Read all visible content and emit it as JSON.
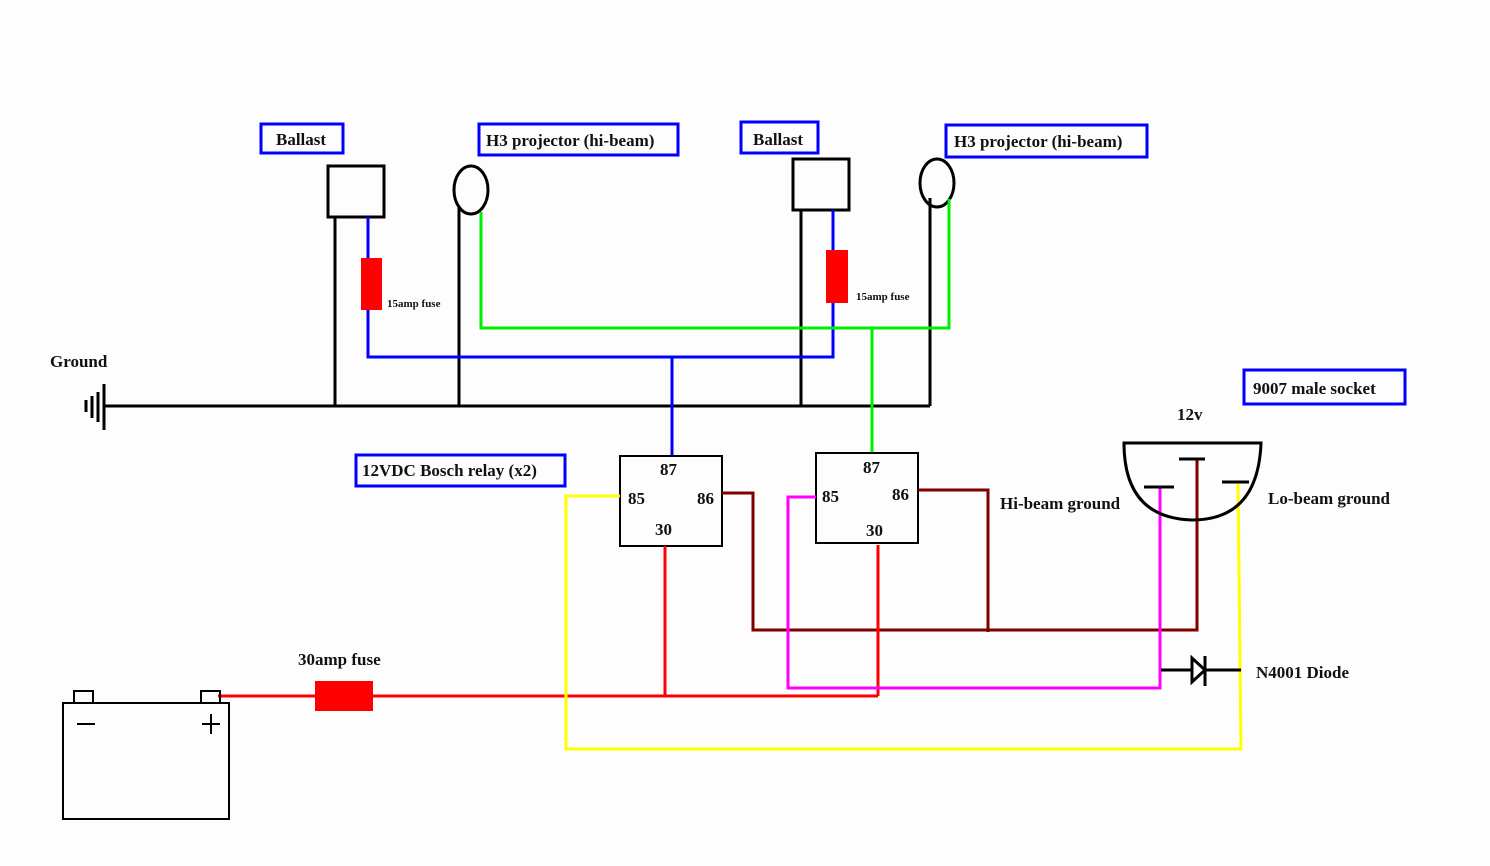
{
  "title": "HID hi-beam relay wiring diagram",
  "colors": {
    "ground_wire": "#000000",
    "ballast_power_wire": "#0000ff",
    "projector_trigger_wire": "#00ee00",
    "battery_power_wire": "#ff0000",
    "relay_ground_wire": "#800000",
    "hi_beam_ground_wire": "#ff00ff",
    "lo_beam_ground_wire": "#ffff00",
    "label_border": "#0000ff",
    "fuse": "#ff0000"
  },
  "labels": {
    "ballast_left": "Ballast",
    "projector_left": "H3 projector (hi-beam)",
    "ballast_right": "Ballast",
    "projector_right": "H3 projector (hi-beam)",
    "relay": "12VDC Bosch relay (x2)",
    "socket": "9007 male socket"
  },
  "annotations": {
    "ground": "Ground",
    "fuse_15_left": "15amp fuse",
    "fuse_15_right": "15amp fuse",
    "fuse_30": "30amp fuse",
    "socket_12v": "12v",
    "hi_beam_ground": "Hi-beam ground",
    "lo_beam_ground": "Lo-beam ground",
    "diode": "N4001 Diode"
  },
  "relays": [
    {
      "pin_87": "87",
      "pin_85": "85",
      "pin_86": "86",
      "pin_30": "30"
    },
    {
      "pin_87": "87",
      "pin_85": "85",
      "pin_86": "86",
      "pin_30": "30"
    }
  ],
  "battery": {
    "negative": "−",
    "positive": "+"
  }
}
